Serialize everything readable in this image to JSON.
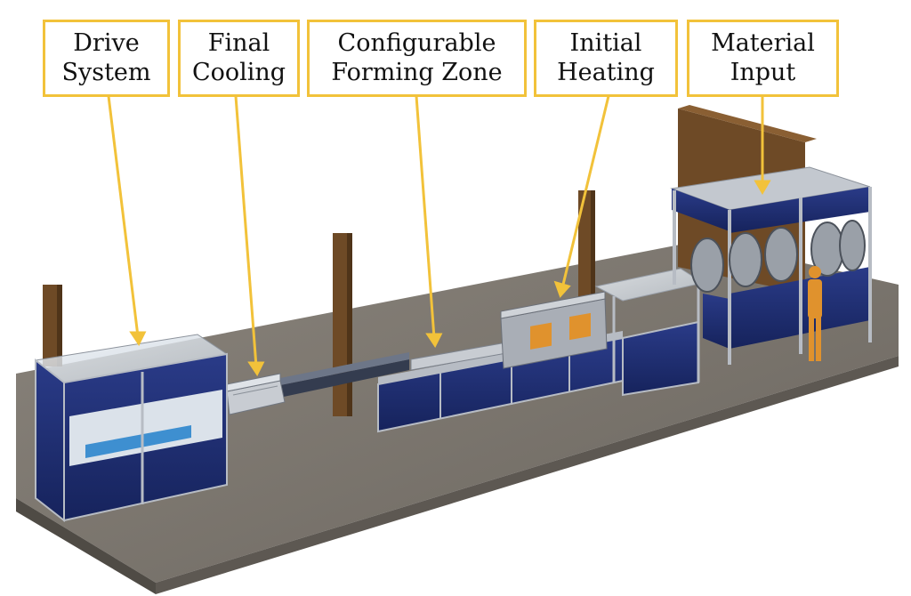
{
  "labels": {
    "drive_system": "Drive\nSystem",
    "final_cooling": "Final\nCooling",
    "forming_zone": "Configurable\nForming Zone",
    "initial_heating": "Initial\nHeating",
    "material_input": "Material\nInput"
  },
  "colors": {
    "callout_border": "#f2c23a",
    "leader_line": "#f2c23a",
    "panel_blue": "#1f2f74",
    "frame_gray": "#b7bcc4",
    "floor": "#76716a",
    "wood": "#6e4a26",
    "operator": "#e0922d"
  }
}
